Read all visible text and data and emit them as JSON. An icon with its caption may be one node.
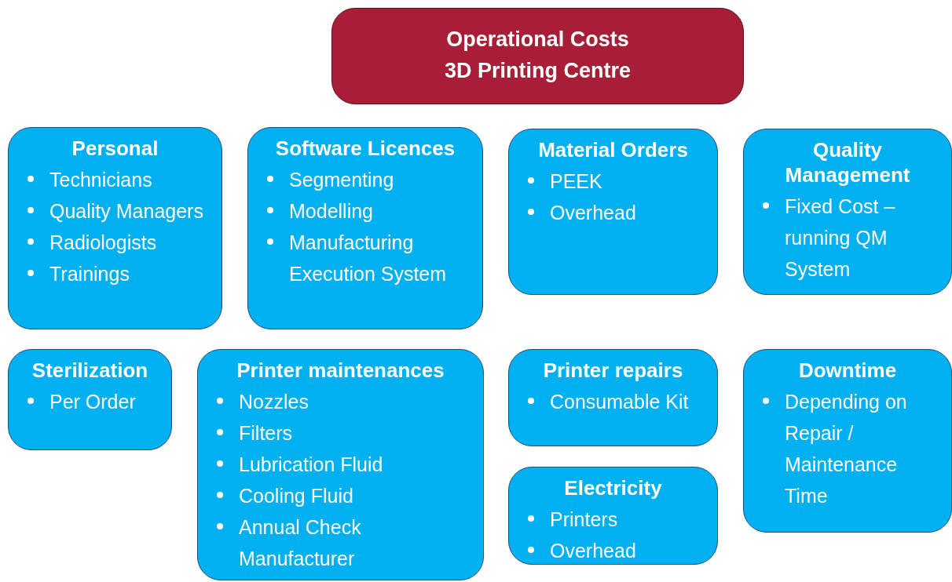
{
  "diagram": {
    "nodes": [
      {
        "text": [
          "Operational Costs 3D Printing Centre"
        ]
      },
      {
        "text": [
          "Personal",
          "Technicians",
          "Quality Managers",
          "Radiologists",
          "Trainings"
        ]
      },
      {
        "text": [
          "Software Licences",
          "Segmenting",
          "Modelling",
          "Manufacturing Execution System"
        ]
      },
      {
        "text": [
          "Material Orders",
          "PEEK",
          "Overhead"
        ]
      },
      {
        "text": [
          "Quality Management",
          "Fixed Cost – running QM System"
        ]
      },
      {
        "text": [
          "Sterilization",
          "Per Order"
        ]
      },
      {
        "text": [
          "Printer maintenances",
          "Nozzles",
          "Filters",
          "Lubrication Fluid",
          "Cooling Fluid",
          "Annual Check Manufacturer"
        ]
      },
      {
        "text": [
          "Printer repairs",
          "Consumable Kit"
        ]
      },
      {
        "text": [
          "Electricity",
          "Printers",
          "Overhead"
        ]
      },
      {
        "text": [
          "Downtime",
          "Depending on Repair / Maintenance Time"
        ]
      }
    ]
  }
}
